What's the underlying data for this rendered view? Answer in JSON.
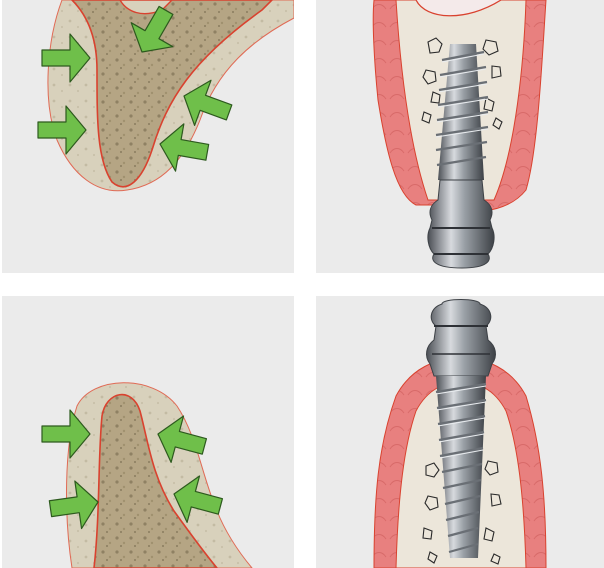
{
  "figure": {
    "panels": [
      {
        "id": "bone-compression-top",
        "icon": "compression-arrows-icon",
        "arrow_count": 5
      },
      {
        "id": "implant-inserted-top",
        "icon": "dental-implant-icon",
        "orientation": "apex-up"
      },
      {
        "id": "bone-compression-bottom",
        "icon": "compression-arrows-icon",
        "arrow_count": 4
      },
      {
        "id": "implant-inserted-bottom",
        "icon": "dental-implant-icon",
        "orientation": "apex-down"
      }
    ],
    "colors": {
      "panel_background": "#ebebeb",
      "arrow_fill": "#6fbf4a",
      "bone_outer": "#d7cfb8",
      "bone_inner": "#b7a682",
      "bone_outline": "#d9422f",
      "gum": "#e8807f",
      "implant_metal": "#9aa0a6"
    }
  }
}
